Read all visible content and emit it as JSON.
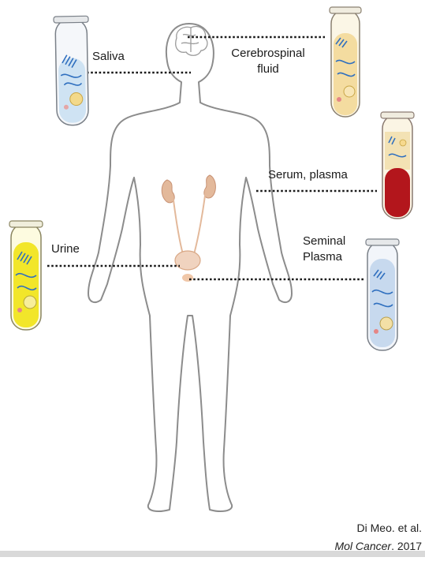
{
  "labels": {
    "saliva": "Saliva",
    "csf_line1": "Cerebrospinal",
    "csf_line2": "fluid",
    "serum": "Serum, plasma",
    "urine": "Urine",
    "seminal_line1": "Seminal",
    "seminal_line2": "Plasma"
  },
  "citation": {
    "authors": "Di Meo. et al.",
    "journal": "Mol Cancer",
    "year_suffix": ". 2017"
  },
  "colors": {
    "body_outline": "#8c8c8c",
    "organ": "#e3b99b",
    "saliva_fluid": "#cfe3f3",
    "csf_fluid": "#f4dca0",
    "blood": "#b3161c",
    "urine_fluid": "#f2e62a",
    "seminal_fluid": "#c7d9ee"
  }
}
